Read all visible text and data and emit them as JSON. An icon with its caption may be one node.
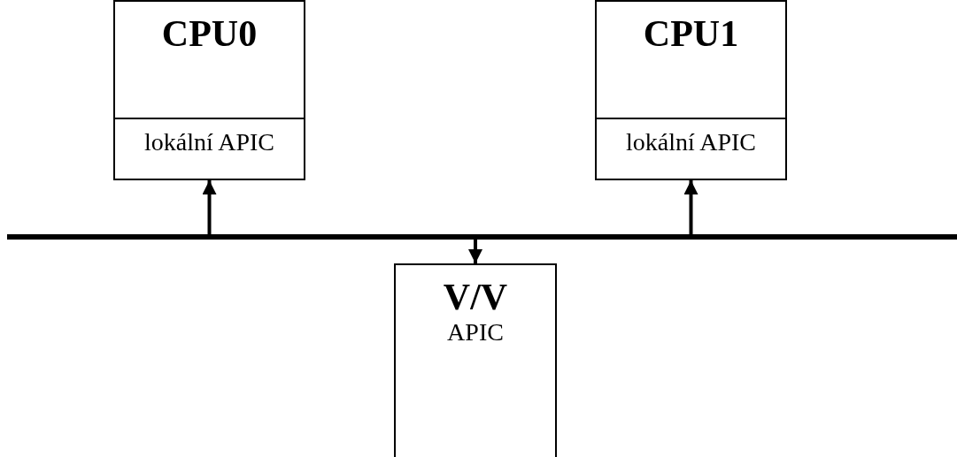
{
  "diagram": {
    "nodes": [
      {
        "text": [
          "CPU0"
        ]
      },
      {
        "text": [
          "lokální APIC"
        ],
        "in": 0
      },
      {
        "text": [
          "CPU1"
        ]
      },
      {
        "text": [
          "lokální APIC"
        ],
        "in": 2
      },
      {
        "text": [],
        "shape": "bar"
      },
      {
        "text": [
          "V/V",
          "APIC"
        ]
      }
    ],
    "edges": [
      {
        "from": 4,
        "to": 1,
        "arrow": "to"
      },
      {
        "from": 4,
        "to": 3,
        "arrow": "to"
      },
      {
        "from": 4,
        "to": 5,
        "arrow": "to"
      }
    ]
  }
}
